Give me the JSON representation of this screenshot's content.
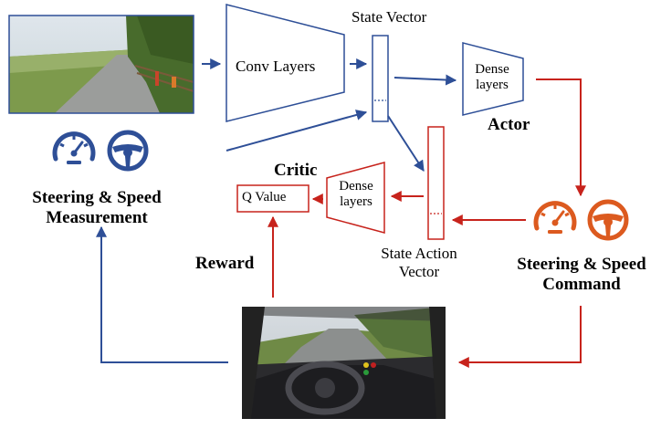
{
  "diagram": {
    "nodes": {
      "conv_layers": "Conv Layers",
      "state_vector": "State Vector",
      "actor_dense": [
        "Dense",
        "layers"
      ],
      "actor": "Actor",
      "critic": "Critic",
      "critic_dense": [
        "Dense",
        "layers"
      ],
      "q_value": "Q Value",
      "state_action_vector": [
        "State Action",
        "Vector"
      ],
      "measurement": [
        "Steering & Speed",
        "Measurement"
      ],
      "command": [
        "Steering & Speed",
        "Command"
      ],
      "reward": "Reward"
    },
    "colors": {
      "blue": "#2e4f97",
      "red": "#c7231c",
      "orange": "#dc5a1f"
    },
    "icons": [
      "speedometer-icon",
      "steering-wheel-icon"
    ],
    "images": [
      "road-camera-image",
      "car-interior-image"
    ]
  }
}
